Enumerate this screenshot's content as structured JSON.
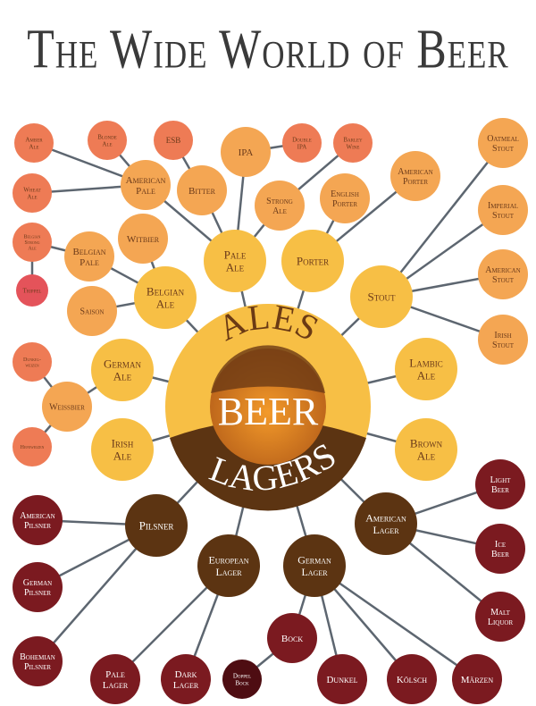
{
  "title": "The Wide World of Beer",
  "center": {
    "top": "ALES",
    "middle": "BEER",
    "bottom": "LAGERS"
  },
  "colors": {
    "yellow": "#f7bf45",
    "orange": "#f4a653",
    "coral": "#ee7b55",
    "red": "#e4535a",
    "brown": "#5c3412",
    "darkred": "#7b1a20",
    "darkest": "#4e0d12",
    "line": "#5d6670",
    "ale_text": "#6b3a1a"
  },
  "nodes": [
    {
      "id": "amber",
      "lines": [
        "Amber",
        "Ale"
      ],
      "parent": "ampale"
    },
    {
      "id": "blonde",
      "lines": [
        "Blonde",
        "Ale"
      ],
      "parent": "ampale"
    },
    {
      "id": "esb",
      "lines": [
        "ESB"
      ],
      "parent": "bitter"
    },
    {
      "id": "ipa",
      "lines": [
        "IPA"
      ],
      "parent": "paleale"
    },
    {
      "id": "dipa",
      "lines": [
        "Double",
        "IPA"
      ],
      "parent": "ipa"
    },
    {
      "id": "barley",
      "lines": [
        "Barley",
        "Wine"
      ],
      "parent": "strong"
    },
    {
      "id": "oatmeal",
      "lines": [
        "Oatmeal",
        "Stout"
      ],
      "parent": "stout"
    },
    {
      "id": "ampale",
      "lines": [
        "American",
        "Pale"
      ],
      "parent": "paleale"
    },
    {
      "id": "bitter",
      "lines": [
        "Bitter"
      ],
      "parent": "paleale"
    },
    {
      "id": "strong",
      "lines": [
        "Strong",
        "Ale"
      ],
      "parent": "paleale"
    },
    {
      "id": "engporter",
      "lines": [
        "English",
        "Porter"
      ],
      "parent": "porter"
    },
    {
      "id": "amporter",
      "lines": [
        "American",
        "Porter"
      ],
      "parent": "porter"
    },
    {
      "id": "imperial",
      "lines": [
        "Imperial",
        "Stout"
      ],
      "parent": "stout"
    },
    {
      "id": "wheat",
      "lines": [
        "Wheat",
        "Ale"
      ],
      "parent": "ampale"
    },
    {
      "id": "bstrong",
      "lines": [
        "Belgian",
        "Strong",
        "Ale"
      ],
      "parent": "bpale"
    },
    {
      "id": "trippel",
      "lines": [
        "Trippel"
      ],
      "parent": "bstrong"
    },
    {
      "id": "bpale",
      "lines": [
        "Belgian",
        "Pale"
      ],
      "parent": "belgian"
    },
    {
      "id": "witbier",
      "lines": [
        "Witbier"
      ],
      "parent": "belgian"
    },
    {
      "id": "paleale",
      "lines": [
        "Pale",
        "Ale"
      ],
      "parent": "center"
    },
    {
      "id": "porter",
      "lines": [
        "Porter"
      ],
      "parent": "center"
    },
    {
      "id": "amstout",
      "lines": [
        "American",
        "Stout"
      ],
      "parent": "stout"
    },
    {
      "id": "belgian",
      "lines": [
        "Belgian",
        "Ale"
      ],
      "parent": "center"
    },
    {
      "id": "saison",
      "lines": [
        "Saison"
      ],
      "parent": "belgian"
    },
    {
      "id": "stout",
      "lines": [
        "Stout"
      ],
      "parent": "center"
    },
    {
      "id": "irishstout",
      "lines": [
        "Irish",
        "Stout"
      ],
      "parent": "stout"
    },
    {
      "id": "dunkelweizen",
      "lines": [
        "Dunkel-",
        "weizen"
      ],
      "parent": "weissbier"
    },
    {
      "id": "germanale",
      "lines": [
        "German",
        "Ale"
      ],
      "parent": "center"
    },
    {
      "id": "lambic",
      "lines": [
        "Lambic",
        "Ale"
      ],
      "parent": "center"
    },
    {
      "id": "weissbier",
      "lines": [
        "Weissbier"
      ],
      "parent": "germanale"
    },
    {
      "id": "hefe",
      "lines": [
        "Hefeweizen"
      ],
      "parent": "weissbier"
    },
    {
      "id": "irishale",
      "lines": [
        "Irish",
        "Ale"
      ],
      "parent": "center"
    },
    {
      "id": "brownale",
      "lines": [
        "Brown",
        "Ale"
      ],
      "parent": "center"
    },
    {
      "id": "light",
      "lines": [
        "Light",
        "Beer"
      ],
      "parent": "amlager"
    },
    {
      "id": "ampils",
      "lines": [
        "American",
        "Pilsner"
      ],
      "parent": "pilsner"
    },
    {
      "id": "pilsner",
      "lines": [
        "Pilsner"
      ],
      "parent": "center"
    },
    {
      "id": "amlager",
      "lines": [
        "American",
        "Lager"
      ],
      "parent": "center"
    },
    {
      "id": "eulager",
      "lines": [
        "European",
        "Lager"
      ],
      "parent": "center"
    },
    {
      "id": "delager",
      "lines": [
        "German",
        "Lager"
      ],
      "parent": "center"
    },
    {
      "id": "ice",
      "lines": [
        "Ice",
        "Beer"
      ],
      "parent": "amlager"
    },
    {
      "id": "gpils",
      "lines": [
        "German",
        "Pilsner"
      ],
      "parent": "pilsner"
    },
    {
      "id": "malt",
      "lines": [
        "Malt",
        "Liquor"
      ],
      "parent": "amlager"
    },
    {
      "id": "bock",
      "lines": [
        "Bock"
      ],
      "parent": "delager"
    },
    {
      "id": "bohpils",
      "lines": [
        "Bohemian",
        "Pilsner"
      ],
      "parent": "pilsner"
    },
    {
      "id": "palelager",
      "lines": [
        "Pale",
        "Lager"
      ],
      "parent": "eulager"
    },
    {
      "id": "darklager",
      "lines": [
        "Dark",
        "Lager"
      ],
      "parent": "eulager"
    },
    {
      "id": "doppel",
      "lines": [
        "Doppel",
        "Bock"
      ],
      "parent": "bock"
    },
    {
      "id": "dunkel",
      "lines": [
        "Dunkel"
      ],
      "parent": "delager"
    },
    {
      "id": "kolsch",
      "lines": [
        "Kölsch"
      ],
      "parent": "delager"
    },
    {
      "id": "marzen",
      "lines": [
        "Märzen"
      ],
      "parent": "delager"
    }
  ]
}
